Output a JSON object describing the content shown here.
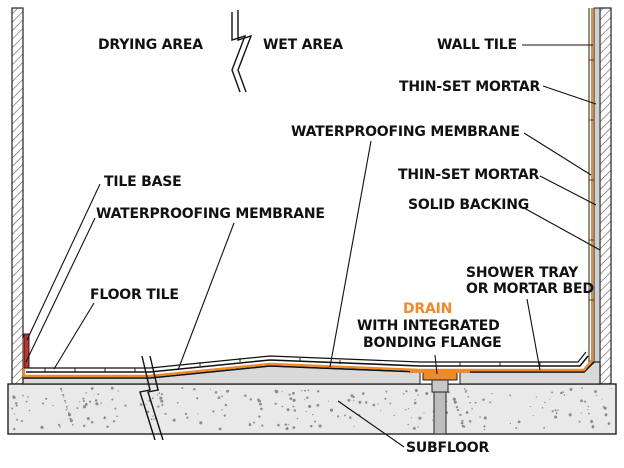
{
  "labels": {
    "drying_area": "DRYING AREA",
    "wet_area": "WET AREA",
    "wall_tile": "WALL TILE",
    "thinset_upper": "THIN-SET MORTAR",
    "membrane_upper": "WATERPROOFING MEMBRANE",
    "thinset_lower": "THIN-SET MORTAR",
    "solid_backing": "SOLID BACKING",
    "tile_base": "TILE BASE",
    "membrane_left": "WATERPROOFING MEMBRANE",
    "shower_tray_1": "SHOWER TRAY",
    "shower_tray_2": "OR MORTAR BED",
    "floor_tile": "FLOOR TILE",
    "drain": "DRAIN",
    "drain_sub_1": "WITH INTEGRATED",
    "drain_sub_2": "BONDING FLANGE",
    "subfloor": "SUBFLOOR"
  },
  "colors": {
    "ink": "#111111",
    "concrete": "#e9e9e9",
    "mortar_bed": "#d9d9d9",
    "membrane": "#ee8a2a",
    "drain_label": "#ee8a2a",
    "wall_hatch": "#555555"
  }
}
